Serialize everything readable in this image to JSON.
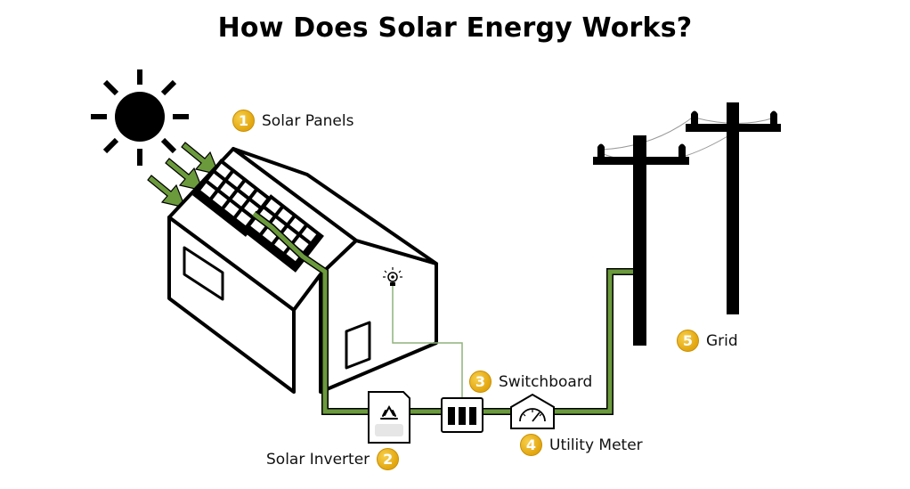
{
  "title": "How Does Solar Energy Works?",
  "steps": [
    {
      "number": "1",
      "label": "Solar Panels"
    },
    {
      "number": "2",
      "label": "Solar Inverter"
    },
    {
      "number": "3",
      "label": "Switchboard"
    },
    {
      "number": "4",
      "label": "Utility Meter"
    },
    {
      "number": "5",
      "label": "Grid"
    }
  ],
  "colors": {
    "wire": "#6b9a3c",
    "arrow": "#6b9a3c",
    "badge": "#e8ad14",
    "outline": "#000000",
    "light_wire": "#8fb27b"
  }
}
